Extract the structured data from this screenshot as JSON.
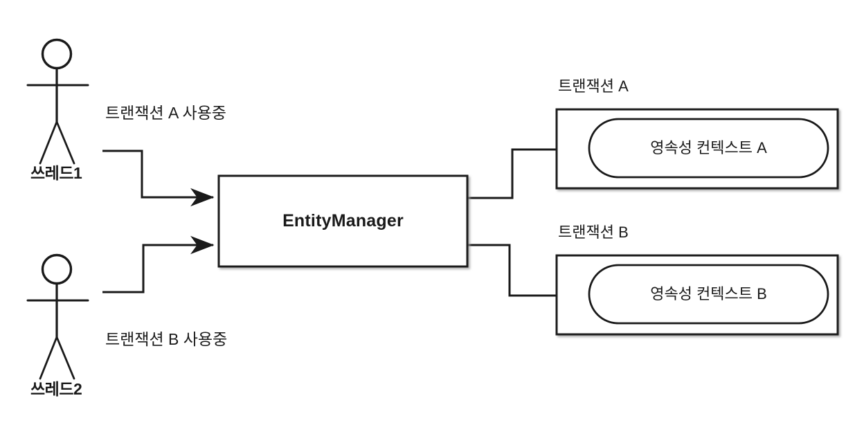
{
  "diagram": {
    "title": "EntityManager transaction / persistence context diagram",
    "background_color": "#ffffff",
    "stroke_color": "#1a1a1a",
    "text_color": "#1a1a1a"
  },
  "actors": [
    {
      "label": "쓰레드1",
      "name": "actor-thread-1"
    },
    {
      "label": "쓰레드2",
      "name": "actor-thread-2"
    }
  ],
  "edge_labels": [
    {
      "label": "트랜잭션 A 사용중",
      "name": "edge-label-transaction-a-in-use"
    },
    {
      "label": "트랜잭션 B 사용중",
      "name": "edge-label-transaction-b-in-use"
    }
  ],
  "entity_manager": {
    "label": "EntityManager"
  },
  "transactions": [
    {
      "caption": "트랜잭션 A",
      "context_label": "영속성 컨텍스트 A"
    },
    {
      "caption": "트랜잭션 B",
      "context_label": "영속성 컨텍스트 B"
    }
  ]
}
